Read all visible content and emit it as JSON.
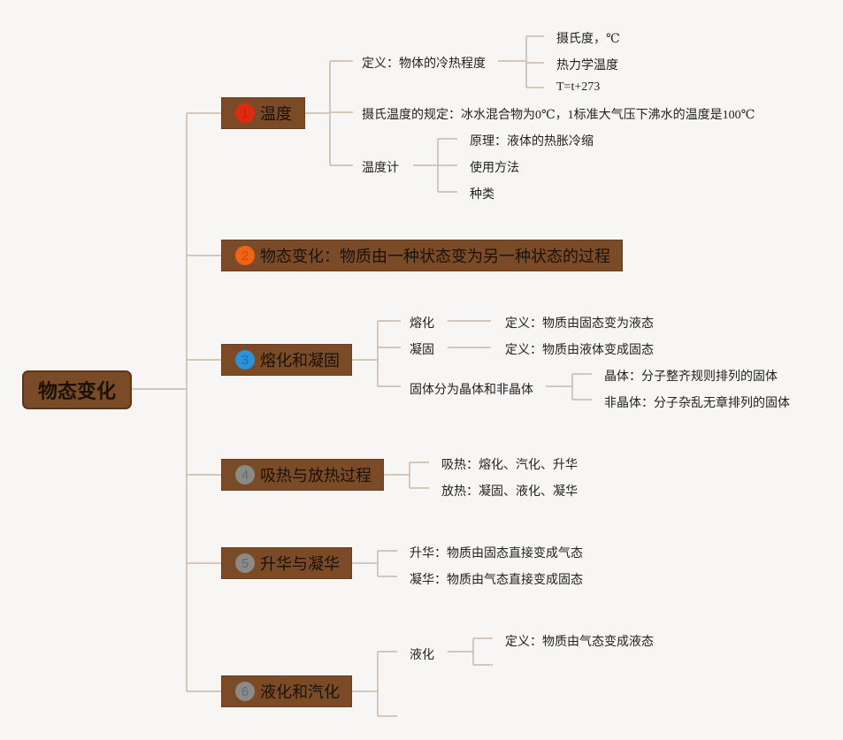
{
  "root": {
    "label": "物态变化"
  },
  "colors": {
    "node_fill": "#7b4a27",
    "line": "#c9b9a6",
    "badge_red": "#e02a10",
    "badge_orange": "#f06414",
    "badge_blue": "#2a92d8",
    "badge_gray": "#8a8a88"
  },
  "branches": [
    {
      "num": "1",
      "label": "温度",
      "children": [
        {
          "label": "定义：物体的冷热程度",
          "children": [
            {
              "label": "摄氏度，℃"
            },
            {
              "label": "热力学温度"
            },
            {
              "label": "T=t+273"
            }
          ]
        },
        {
          "label": "摄氏温度的规定：冰水混合物为0℃，1标准大气压下沸水的温度是100℃"
        },
        {
          "label": "温度计",
          "children": [
            {
              "label": "原理：液体的热胀冷缩"
            },
            {
              "label": "使用方法"
            },
            {
              "label": "种类"
            }
          ]
        }
      ]
    },
    {
      "num": "2",
      "label": "物态变化：物质由一种状态变为另一种状态的过程"
    },
    {
      "num": "3",
      "label": "熔化和凝固",
      "children": [
        {
          "label": "熔化",
          "children": [
            {
              "label": "定义：物质由固态变为液态"
            }
          ]
        },
        {
          "label": "凝固",
          "children": [
            {
              "label": "定义：物质由液体变成固态"
            }
          ]
        },
        {
          "label": "固体分为晶体和非晶体",
          "children": [
            {
              "label": "晶体：分子整齐规则排列的固体"
            },
            {
              "label": "非晶体：分子杂乱无章排列的固体"
            }
          ]
        }
      ]
    },
    {
      "num": "4",
      "label": "吸热与放热过程",
      "children": [
        {
          "label": "吸热：熔化、汽化、升华"
        },
        {
          "label": "放热：凝固、液化、凝华"
        }
      ]
    },
    {
      "num": "5",
      "label": "升华与凝华",
      "children": [
        {
          "label": "升华：物质由固态直接变成气态"
        },
        {
          "label": "凝华：物质由气态直接变成固态"
        }
      ]
    },
    {
      "num": "6",
      "label": "液化和汽化",
      "children": [
        {
          "label": "液化",
          "children": [
            {
              "label": "定义：物质由气态变成液态"
            }
          ]
        }
      ]
    }
  ]
}
